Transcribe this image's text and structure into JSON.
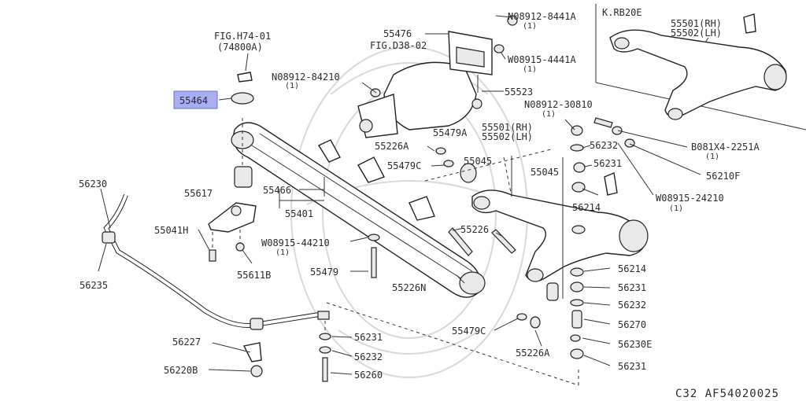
{
  "highlight_color": "#a9aef0",
  "diagram_code": "C32  AF54020025",
  "inset": {
    "title": "K.RB20E",
    "part_rh": "55501(RH)",
    "part_lh": "55502(LH)"
  },
  "refs": {
    "fig_h74": "FIG.H74-01",
    "fig_h74_sub": "(74800A)",
    "fig_d38": "FIG.D38-02"
  },
  "labels": {
    "p55464": "55464",
    "p55476": "55476",
    "n08912_8441a": "N08912-8441A",
    "n08912_8441a_qty": "(1)",
    "w08915_4441a": "W08915-4441A",
    "w08915_4441a_qty": "(1)",
    "n08912_84210": "N08912-84210",
    "n08912_84210_qty": "(1)",
    "p55523": "55523",
    "p55479a": "55479A",
    "p55226a_top": "55226A",
    "p55479c_top": "55479C",
    "p55045_a": "55045",
    "p55045_b": "55045",
    "p55501": "55501(RH)",
    "p55502": "55502(LH)",
    "n08912_30810": "N08912-30810",
    "n08912_30810_qty": "(1)",
    "p56232_top": "56232",
    "b081x4": "B081X4-2251A",
    "b081x4_qty": "(1)",
    "p56231_top": "56231",
    "p56210f": "56210F",
    "p56214_top": "56214",
    "w08915_24210": "W08915-24210",
    "w08915_24210_qty": "(1)",
    "p55466": "55466",
    "p55401": "55401",
    "p56230": "56230",
    "p55617": "55617",
    "p55041h": "55041H",
    "p56235": "56235",
    "p55611b": "55611B",
    "w08915_44210": "W08915-44210",
    "w08915_44210_qty": "(1)",
    "p55226": "55226",
    "p55479": "55479",
    "p55226n": "55226N",
    "p56214_r": "56214",
    "p56231_r1": "56231",
    "p56232_r": "56232",
    "p56270": "56270",
    "p56230e": "56230E",
    "p56231_r2": "56231",
    "p55479c_bot": "55479C",
    "p55226a_bot": "55226A",
    "p56227": "56227",
    "p56231_b": "56231",
    "p56232_b": "56232",
    "p56220b": "56220B",
    "p56260": "56260"
  }
}
